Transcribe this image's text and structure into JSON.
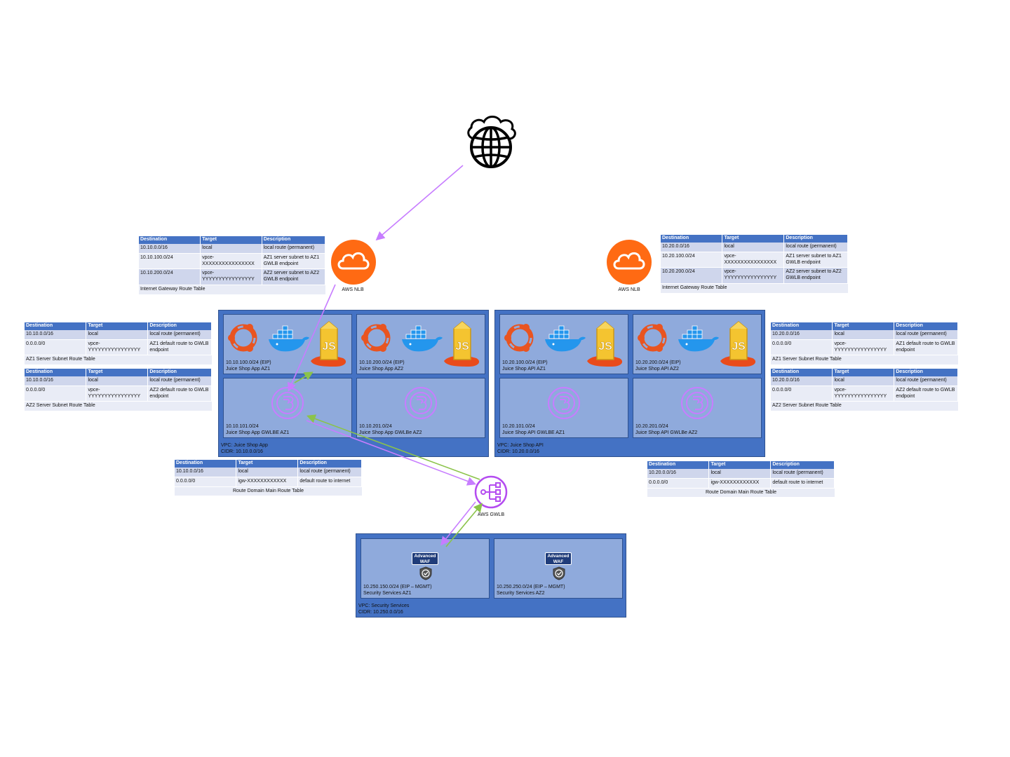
{
  "nlb_left": {
    "label": "AWS NLB"
  },
  "nlb_right": {
    "label": "AWS NLB"
  },
  "gwlb": {
    "label": "AWS GWLB"
  },
  "tables": {
    "igw_left": {
      "headers": [
        "Destination",
        "Target",
        "Description"
      ],
      "rows": [
        [
          "10.10.0.0/16",
          "local",
          "local route (permanent)"
        ],
        [
          "10.10.100.0/24",
          "vpce-XXXXXXXXXXXXXXXX",
          "AZ1 server subnet to AZ1 GWLB endpoint"
        ],
        [
          "10.10.200.0/24",
          "vpce-YYYYYYYYYYYYYYYY",
          "AZ2 server subnet to AZ2 GWLB endpoint"
        ]
      ],
      "caption": "Internet Gateway Route Table"
    },
    "igw_right": {
      "headers": [
        "Destination",
        "Target",
        "Description"
      ],
      "rows": [
        [
          "10.20.0.0/16",
          "local",
          "local route (permanent)"
        ],
        [
          "10.20.100.0/24",
          "vpce-XXXXXXXXXXXXXXXX",
          "AZ1 server subnet to AZ1 GWLB endpoint"
        ],
        [
          "10.20.200.0/24",
          "vpce-YYYYYYYYYYYYYYYY",
          "AZ2 server subnet to AZ2 GWLB endpoint"
        ]
      ],
      "caption": "Internet Gateway Route Table"
    },
    "az1_left": {
      "headers": [
        "Destination",
        "Target",
        "Description"
      ],
      "rows": [
        [
          "10.10.0.0/16",
          "local",
          "local route (permanent)"
        ],
        [
          "0.0.0.0/0",
          "vpce-YYYYYYYYYYYYYYYY",
          "AZ1 default route to GWLB endpoint"
        ]
      ],
      "caption": "AZ1 Server Subnet Route Table"
    },
    "az2_left": {
      "headers": [
        "Destination",
        "Target",
        "Description"
      ],
      "rows": [
        [
          "10.10.0.0/16",
          "local",
          "local route (permanent)"
        ],
        [
          "0.0.0.0/0",
          "vpce-YYYYYYYYYYYYYYYY",
          "AZ2 default route to GWLB endpoint"
        ]
      ],
      "caption": "AZ2 Server Subnet Route Table"
    },
    "az1_right": {
      "headers": [
        "Destination",
        "Target",
        "Description"
      ],
      "rows": [
        [
          "10.20.0.0/16",
          "local",
          "local route (permanent)"
        ],
        [
          "0.0.0.0/0",
          "vpce-YYYYYYYYYYYYYYYY",
          "AZ1 default route to GWLB endpoint"
        ]
      ],
      "caption": "AZ1 Server Subnet Route Table"
    },
    "az2_right": {
      "headers": [
        "Destination",
        "Target",
        "Description"
      ],
      "rows": [
        [
          "10.20.0.0/16",
          "local",
          "local route (permanent)"
        ],
        [
          "0.0.0.0/0",
          "vpce-YYYYYYYYYYYYYYYY",
          "AZ2 default route to GWLB endpoint"
        ]
      ],
      "caption": "AZ2 Server Subnet Route Table"
    },
    "main_left": {
      "headers": [
        "Destination",
        "Target",
        "Description"
      ],
      "rows": [
        [
          "10.10.0.0/16",
          "local",
          "local route (permanent)"
        ],
        [
          "0.0.0.0/0",
          "igw-XXXXXXXXXXXX",
          "default route to internet"
        ]
      ],
      "caption": "Route Domain Main Route Table"
    },
    "main_right": {
      "headers": [
        "Destination",
        "Target",
        "Description"
      ],
      "rows": [
        [
          "10.20.0.0/16",
          "local",
          "local route (permanent)"
        ],
        [
          "0.0.0.0/0",
          "igw-XXXXXXXXXXXX",
          "default route to internet"
        ]
      ],
      "caption": "Route Domain Main Route Table"
    }
  },
  "vpc_app": {
    "label1": "VPC: Juice Shop App",
    "label2": "CIDR: 10.10.0.0/16",
    "s1": {
      "l1": "10.10.100.0/24 (EIP)",
      "l2": "Juice Shop App AZ1"
    },
    "s2": {
      "l1": "10.10.200.0/24 (EIP)",
      "l2": "Juice Shop App AZ2"
    },
    "s3": {
      "l1": "10.10.101.0/24",
      "l2": "Juice Shop App GWLBE AZ1"
    },
    "s4": {
      "l1": "10.10.201.0/24",
      "l2": "Juice Shop App GWLBe AZ2"
    }
  },
  "vpc_api": {
    "label1": "VPC: Juice Shop API",
    "label2": "CIDR: 10.20.0.0/16",
    "s1": {
      "l1": "10.20.100.0/24 (EIP)",
      "l2": "Juice Shop API AZ1"
    },
    "s2": {
      "l1": "10.20.200.0/24 (EIP)",
      "l2": "Juice Shop API AZ2"
    },
    "s3": {
      "l1": "10.20.101.0/24",
      "l2": "Juice Shop API GWLBE AZ1"
    },
    "s4": {
      "l1": "10.20.201.0/24",
      "l2": "Juice Shop API GWLBe AZ2"
    }
  },
  "vpc_sec": {
    "label1": "VPC: Security Services",
    "label2": "CIDR: 10.250.0.0/16",
    "s1": {
      "l1": "10.250.150.0/24 (EIP – MGMT)",
      "l2": "Security Services AZ1"
    },
    "s2": {
      "l1": "10.250.250.0/24 (EIP – MGMT)",
      "l2": "Security Services AZ2"
    },
    "waf_line1": "Advanced",
    "waf_line2": "WAF"
  },
  "colors": {
    "arrow_purple": "#c77dff",
    "arrow_green": "#8bc34a",
    "vpc": "#4472c4",
    "subnet": "#8faadc",
    "nlb": "#ff6a13"
  }
}
